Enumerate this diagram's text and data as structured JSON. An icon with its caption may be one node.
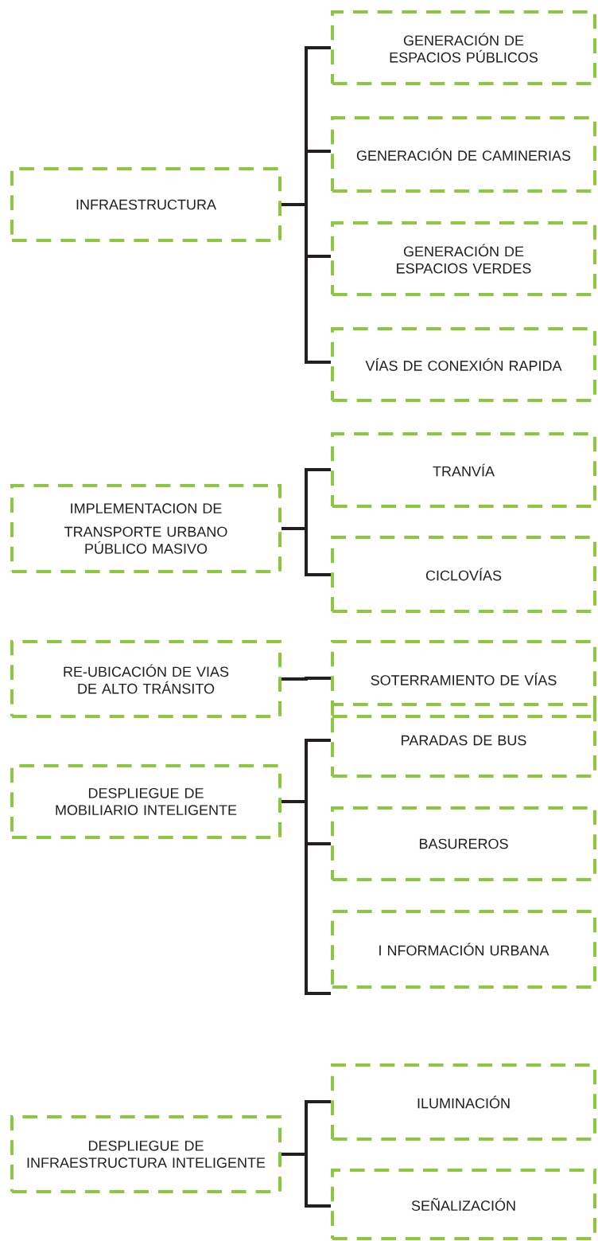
{
  "diagram": {
    "nodes": [
      {
        "text": [
          "INFRAESTRUCTURA"
        ]
      },
      {
        "text": [
          "GENERACIÓN DE ESPACIOS PÚBLICOS"
        ]
      },
      {
        "text": [
          "GENERACIÓN DE CAMINERIAS"
        ]
      },
      {
        "text": [
          "GENERACIÓN DE ESPACIOS VERDES"
        ]
      },
      {
        "text": [
          "VÍAS DE CONEXIÓN RAPIDA"
        ]
      },
      {
        "text": [
          "IMPLEMENTACION DE",
          "TRANSPORTE URBANO PÚBLICO MASIVO"
        ]
      },
      {
        "text": [
          "TRANVÍA"
        ]
      },
      {
        "text": [
          "CICLOVÍAS"
        ]
      },
      {
        "text": [
          "RE-UBICACIÓN DE VIAS DE ALTO TRÁNSITO"
        ]
      },
      {
        "text": [
          "SOTERRAMIENTO DE VÍAS"
        ]
      },
      {
        "text": [
          "DESPLIEGUE DE MOBILIARIO INTELIGENTE"
        ]
      },
      {
        "text": [
          "PARADAS DE BUS"
        ]
      },
      {
        "text": [
          "BASUREROS"
        ]
      },
      {
        "text": [
          "I NFORMACIÓN URBANA"
        ]
      },
      {
        "text": [
          "DESPLIEGUE DE INFRAESTRUCTURA INTELIGENTE"
        ]
      },
      {
        "text": [
          "ILUMINACIÓN"
        ]
      },
      {
        "text": [
          "SEÑALIZACIÓN"
        ]
      }
    ],
    "edges": [
      {
        "from": 0,
        "to": 1,
        "arrow": "none"
      },
      {
        "from": 0,
        "to": 2,
        "arrow": "none"
      },
      {
        "from": 0,
        "to": 3,
        "arrow": "none"
      },
      {
        "from": 0,
        "to": 4,
        "arrow": "none"
      },
      {
        "from": 5,
        "to": 6,
        "arrow": "none"
      },
      {
        "from": 5,
        "to": 7,
        "arrow": "none"
      },
      {
        "from": 8,
        "to": 9,
        "arrow": "none"
      },
      {
        "from": 10,
        "to": 11,
        "arrow": "none"
      },
      {
        "from": 10,
        "to": 12,
        "arrow": "none"
      },
      {
        "from": 10,
        "to": 13,
        "arrow": "none"
      },
      {
        "from": 14,
        "to": 15,
        "arrow": "none"
      },
      {
        "from": 14,
        "to": 16,
        "arrow": "none"
      }
    ]
  }
}
